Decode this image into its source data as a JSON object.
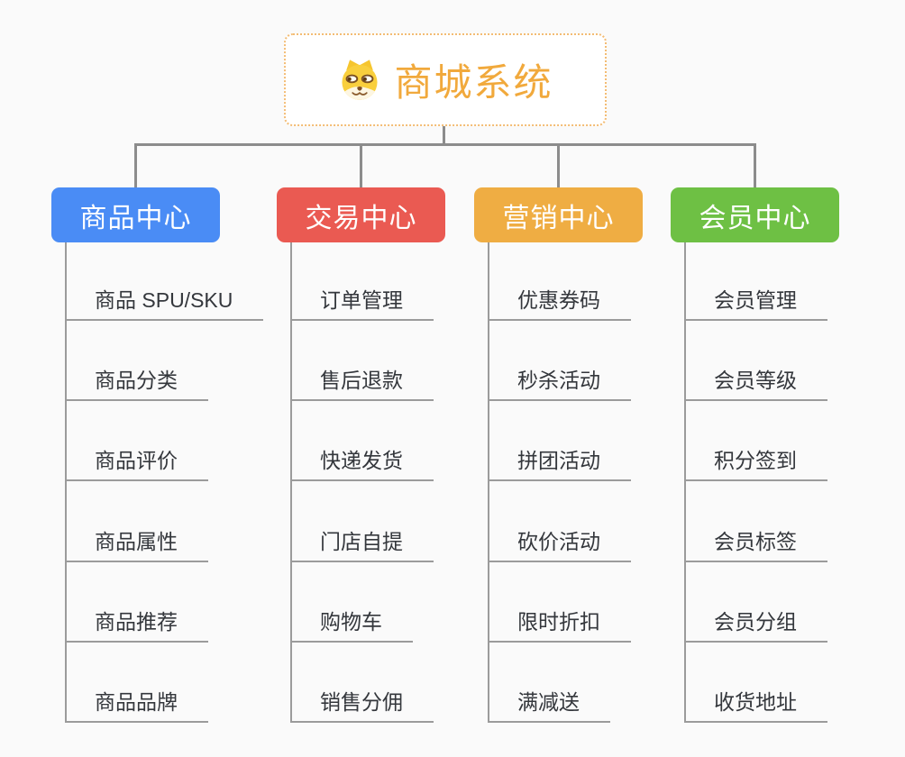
{
  "root": {
    "title": "商城系统",
    "accent_color": "#f1a93c",
    "icon": "shiba-dog-icon"
  },
  "connector_color": "#8c8c8c",
  "branches": [
    {
      "label": "商品中心",
      "color": "#4a8cf5",
      "items": [
        "商品 SPU/SKU",
        "商品分类",
        "商品评价",
        "商品属性",
        "商品推荐",
        "商品品牌"
      ]
    },
    {
      "label": "交易中心",
      "color": "#ea5a52",
      "items": [
        "订单管理",
        "售后退款",
        "快递发货",
        "门店自提",
        "购物车",
        "销售分佣"
      ]
    },
    {
      "label": "营销中心",
      "color": "#efad43",
      "items": [
        "优惠券码",
        "秒杀活动",
        "拼团活动",
        "砍价活动",
        "限时折扣",
        "满减送"
      ]
    },
    {
      "label": "会员中心",
      "color": "#6ec044",
      "items": [
        "会员管理",
        "会员等级",
        "积分签到",
        "会员标签",
        "会员分组",
        "收货地址"
      ]
    }
  ]
}
